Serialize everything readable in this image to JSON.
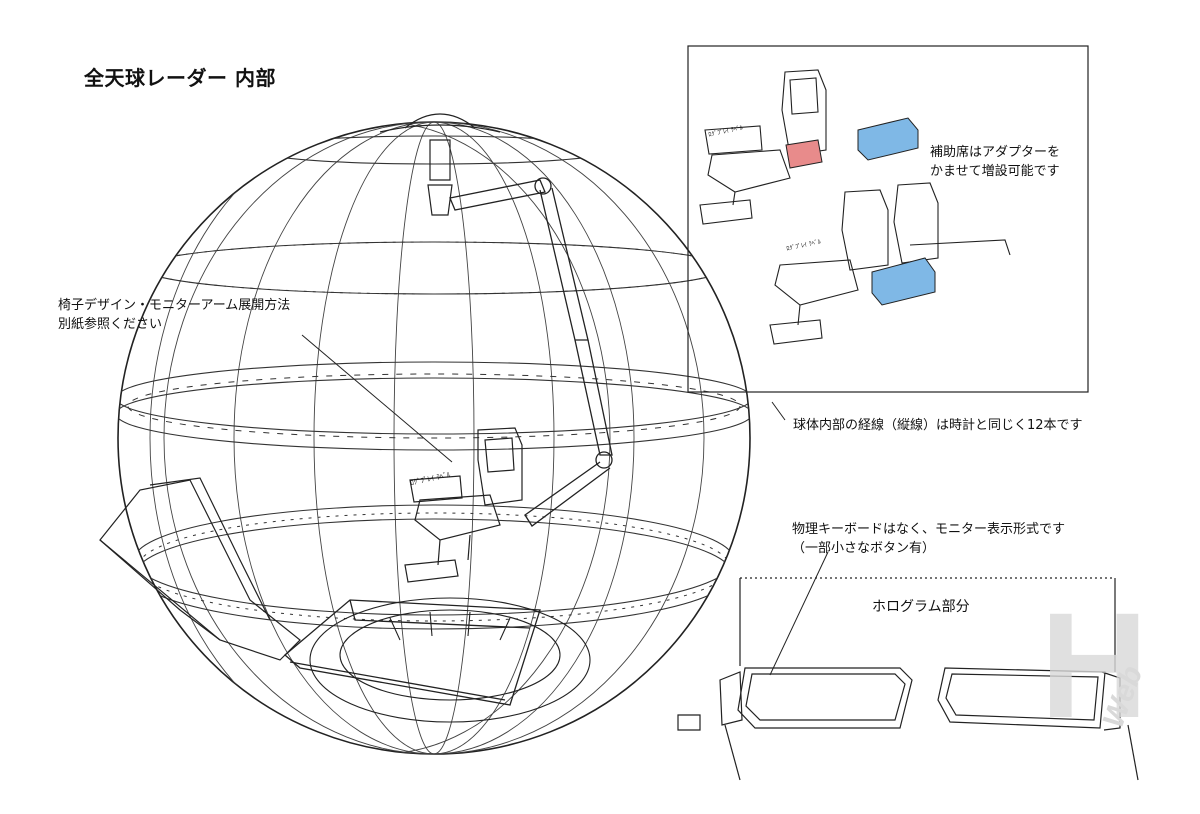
{
  "title": "全天球レーダー 内部",
  "annotations": {
    "seat_design": [
      "椅子デザイン・モニターアーム展開方法",
      "別紙参照ください"
    ],
    "assistant_seat": [
      "補助席はアダプターを",
      "かませて増設可能です"
    ],
    "sphere_meridians": "球体内部の経線（縦線）は時計と同じく12本です",
    "keyboard": [
      "物理キーボードはなく、モニター表示形式です",
      "（一部小さなボタン有）"
    ],
    "hologram": "ホログラム部分"
  },
  "seat_labels": {
    "main": "ﾛｸﾞﾌﾟﾚｲ ﾗﾍﾞﾙ",
    "inset_top": "ﾛｸﾞﾌﾟﾚｲ ﾗﾍﾞﾙ",
    "inset_bottom": "ﾛｸﾞﾌﾟﾚｲ ﾗﾍﾞﾙ"
  },
  "watermark": {
    "letter": "H",
    "word": "Web"
  },
  "colors": {
    "ink": "#222222",
    "adapter_blue": "#7fb8e6",
    "adapter_red": "#e88b8b",
    "watermark": "#d9d9d9"
  }
}
